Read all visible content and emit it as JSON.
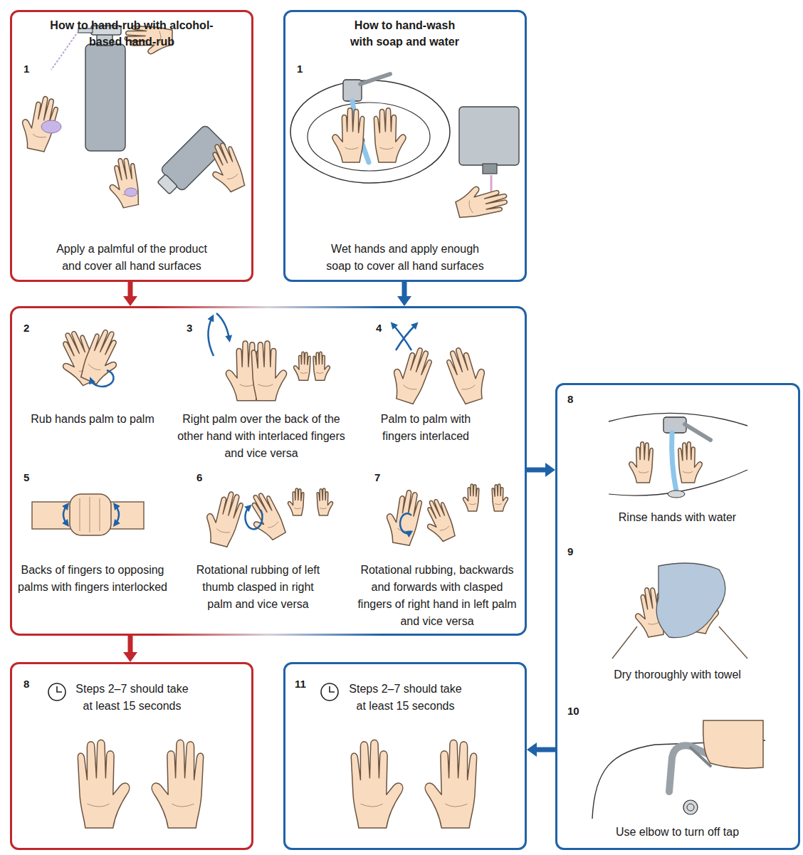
{
  "diagram": {
    "nodes": [
      {
        "text": [
          "How to hand-rub with alcohol-based hand-rub",
          "1",
          "Apply a palmful of the product and cover all hand surfaces"
        ]
      },
      {
        "text": [
          "How to hand-wash with soap and water",
          "1",
          "Wet hands and apply enough soap to cover all hand surfaces"
        ]
      },
      {
        "text": []
      },
      {
        "text": [
          "2",
          "Rub hands palm to palm"
        ],
        "in": 2
      },
      {
        "text": [
          "3",
          "Right palm over the back of the other hand with interlaced fingers and vice versa"
        ],
        "in": 2
      },
      {
        "text": [
          "4",
          "Palm to palm with fingers interlaced"
        ],
        "in": 2
      },
      {
        "text": [
          "5",
          "Backs of fingers to opposing palms with fingers interlocked"
        ],
        "in": 2
      },
      {
        "text": [
          "6",
          "Rotational rubbing of left thumb clasped in right palm and vice versa"
        ],
        "in": 2
      },
      {
        "text": [
          "7",
          "Rotational rubbing, backwards and forwards with clasped fingers of right hand in left palm and vice versa"
        ],
        "in": 2
      },
      {
        "text": []
      },
      {
        "text": [
          "8",
          "Rinse hands with water"
        ],
        "in": 9
      },
      {
        "text": [
          "9",
          "Dry thoroughly with towel"
        ],
        "in": 9
      },
      {
        "text": [
          "10",
          "Use elbow to turn off tap"
        ],
        "in": 9
      },
      {
        "text": [
          "8",
          "Steps 2–7 should take at least 15 seconds"
        ]
      },
      {
        "text": [
          "11",
          "Steps 2–7 should take at least 15 seconds"
        ]
      }
    ],
    "edges": [
      {
        "from": 0,
        "to": 2,
        "arrow": "to"
      },
      {
        "from": 1,
        "to": 2,
        "arrow": "to"
      },
      {
        "from": 2,
        "to": 9,
        "arrow": "to"
      },
      {
        "from": 2,
        "to": 13,
        "arrow": "to"
      },
      {
        "from": 9,
        "to": 14,
        "arrow": "to"
      }
    ]
  }
}
